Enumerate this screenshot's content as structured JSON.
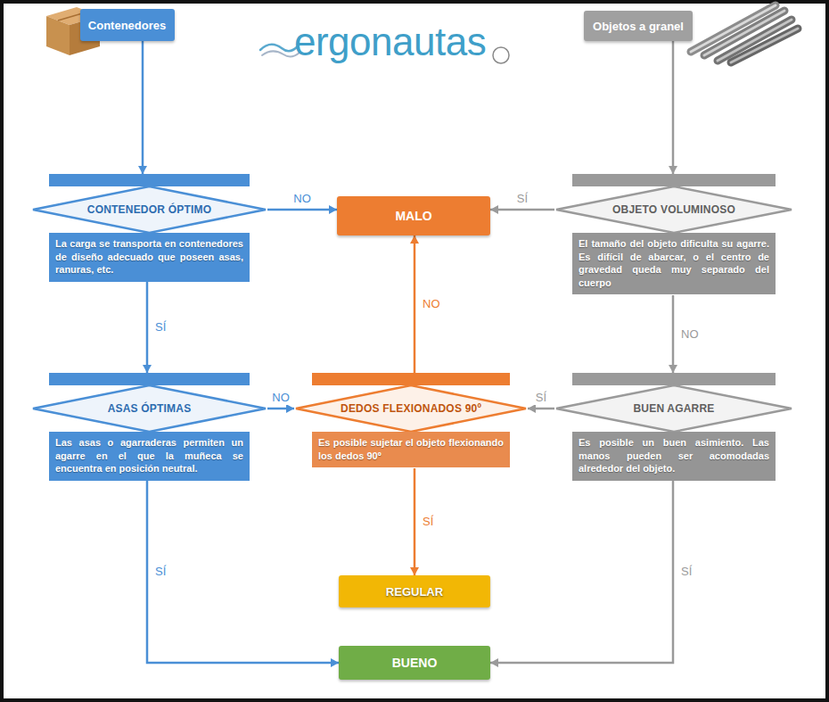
{
  "diagram": {
    "nodes": [
      {
        "text": [
          "Contenedores"
        ]
      },
      {
        "text": [
          "Objetos a granel"
        ]
      },
      {
        "text": [
          "CONTENEDOR ÓPTIMO",
          "La carga se transporta en contenedores de diseño adecuado que poseen asas, ranuras, etc."
        ]
      },
      {
        "text": [
          "MALO"
        ]
      },
      {
        "text": [
          "OBJETO VOLUMINOSO",
          "El tamaño del objeto dificulta su agarre. Es difícil de abarcar, o el centro de gravedad queda muy separado del cuerpo"
        ]
      },
      {
        "text": [
          "ASAS ÓPTIMAS",
          "Las asas o agarraderas permiten un agarre en el que la muñeca se encuentra en posición neutral."
        ]
      },
      {
        "text": [
          "DEDOS FLEXIONADOS 90º",
          "Es posible sujetar el objeto flexionando los dedos 90º"
        ]
      },
      {
        "text": [
          "BUEN AGARRE",
          "Es posible un buen asimiento. Las manos pueden ser acomodadas alrededor del objeto."
        ]
      },
      {
        "text": [
          "REGULAR"
        ]
      },
      {
        "text": [
          "BUENO"
        ]
      }
    ],
    "edges": [
      {
        "from": 0,
        "to": 2,
        "arrow": "to"
      },
      {
        "from": 1,
        "to": 4,
        "arrow": "to"
      },
      {
        "from": 2,
        "to": 3,
        "label": "NO",
        "arrow": "to"
      },
      {
        "from": 4,
        "to": 3,
        "label": "SÍ",
        "arrow": "to"
      },
      {
        "from": 2,
        "to": 5,
        "label": "SÍ",
        "arrow": "to"
      },
      {
        "from": 4,
        "to": 7,
        "label": "NO",
        "arrow": "to"
      },
      {
        "from": 5,
        "to": 6,
        "label": "NO",
        "arrow": "to"
      },
      {
        "from": 7,
        "to": 6,
        "label": "SÍ",
        "arrow": "to"
      },
      {
        "from": 6,
        "to": 3,
        "label": "NO",
        "arrow": "to"
      },
      {
        "from": 6,
        "to": 8,
        "label": "SÍ",
        "arrow": "to"
      },
      {
        "from": 5,
        "to": 9,
        "label": "SÍ",
        "arrow": "to"
      },
      {
        "from": 7,
        "to": 9,
        "label": "SÍ",
        "arrow": "to"
      }
    ],
    "labels": [
      "ergonautas"
    ]
  }
}
